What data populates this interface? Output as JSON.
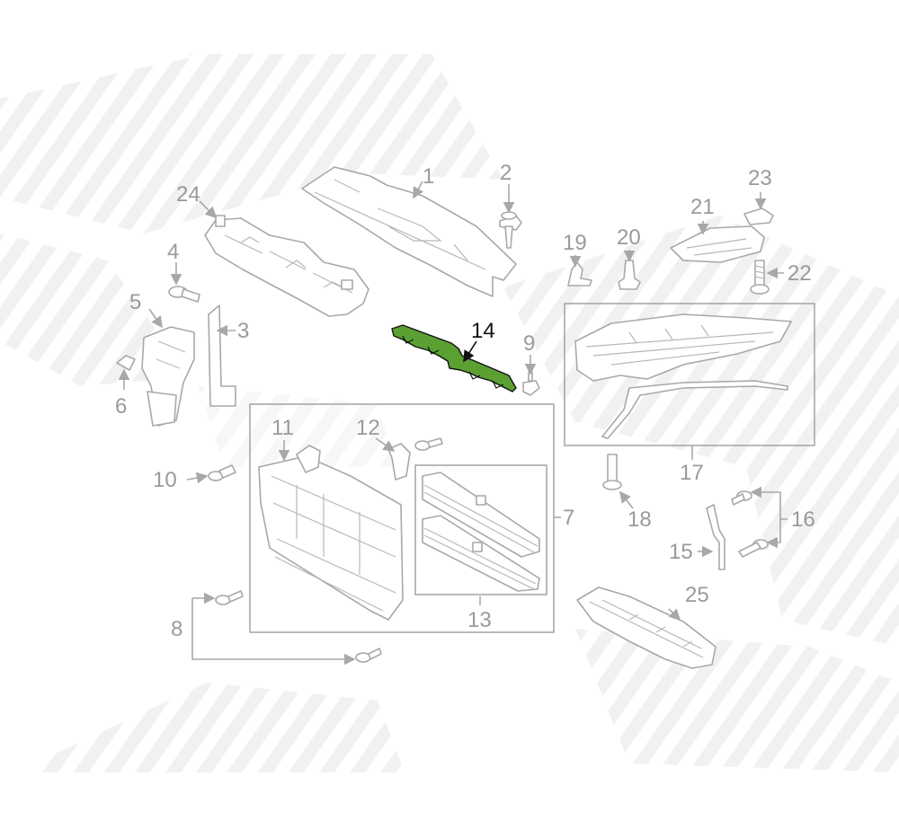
{
  "callouts": {
    "n1": "1",
    "n2": "2",
    "n3": "3",
    "n4": "4",
    "n5": "5",
    "n6": "6",
    "n7": "7",
    "n8": "8",
    "n9": "9",
    "n10": "10",
    "n11": "11",
    "n12": "12",
    "n13": "13",
    "n14": "14",
    "n15": "15",
    "n16": "16",
    "n17": "17",
    "n18": "18",
    "n19": "19",
    "n20": "20",
    "n21": "21",
    "n22": "22",
    "n23": "23",
    "n24": "24",
    "n25": "25"
  },
  "highlight": {
    "part": "14",
    "color": "#5aa032"
  },
  "colors": {
    "line": "#a8a8a8",
    "text": "#9a9a9a",
    "watermark": "#eeeeee"
  }
}
